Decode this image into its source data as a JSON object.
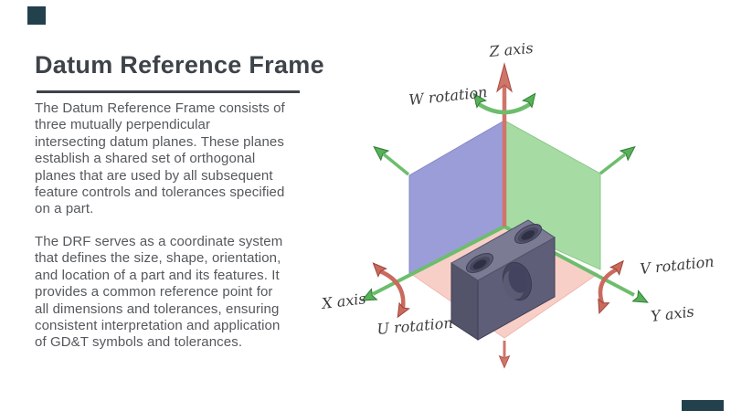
{
  "slide": {
    "title": "Datum Reference Frame",
    "paragraphs": [
      {
        "lines": [
          "The Datum Reference Frame consists of",
          "three mutually perpendicular",
          "intersecting datum planes. These planes",
          "establish a shared set of orthogonal",
          "planes that are used by all subsequent",
          "feature controls and tolerances specified",
          "on a part."
        ]
      },
      {
        "lines": [
          "The DRF serves as a coordinate system",
          "that defines the size, shape, orientation,",
          "and location of a part and its features. It",
          "provides a common reference point for",
          "all dimensions and tolerances, ensuring",
          "consistent interpretation and application",
          "of GD&T symbols and tolerances."
        ]
      }
    ]
  },
  "diagram": {
    "labels": {
      "z_axis": "Z axis",
      "w_rotation": "W rotation",
      "x_axis": "X axis",
      "u_rotation": "U rotation",
      "v_rotation": "V rotation",
      "y_axis": "Y axis"
    },
    "colors": {
      "plane_left": "#9b9dd9",
      "plane_left_edge": "#8688c6",
      "plane_right": "#a6dca4",
      "plane_right_edge": "#8cc98a",
      "plane_bottom": "#f8cfc7",
      "plane_bottom_edge": "#efb9af",
      "axis_green": "#6dbd6d",
      "arrow_green_head": "#58b158",
      "axis_red": "#d0756a",
      "rotation_red": "#ca6a5d",
      "part_top": "#7b7b94",
      "part_left": "#53536a",
      "part_right": "#5e5e78",
      "label_ink": "#3c3c3c",
      "title_ink": "#3e434a",
      "body_ink": "#54585d",
      "accent": "#23404d"
    }
  }
}
